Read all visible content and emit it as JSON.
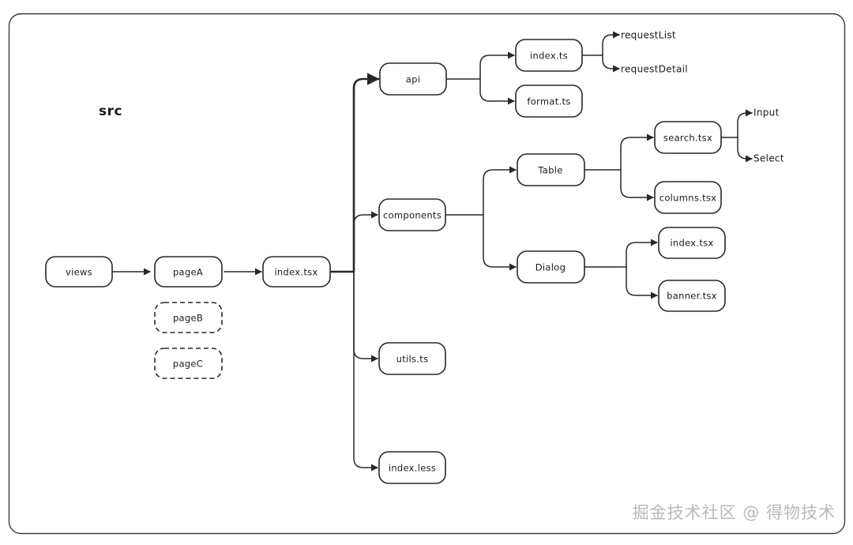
{
  "diagram": {
    "title": "src",
    "type": "tree",
    "watermark": "掘金技术社区 @ 得物技术",
    "colors": {
      "background": "#ffffff",
      "stroke": "#24292e",
      "frame": "#3a3a3a",
      "text": "#1a1a1a",
      "watermark": "#b9b9b9"
    },
    "nodes": {
      "views": "views",
      "pageA": "pageA",
      "pageB": "pageB",
      "pageC": "pageC",
      "index_tsx_root": "index.tsx",
      "api": "api",
      "components": "components",
      "utils_ts": "utils.ts",
      "index_less": "index.less",
      "api_index_ts": "index.ts",
      "api_format_ts": "format.ts",
      "request_list": "requestList",
      "request_detail": "requestDetail",
      "table": "Table",
      "dialog": "Dialog",
      "search_tsx": "search.tsx",
      "columns_tsx": "columns.tsx",
      "input": "Input",
      "select": "Select",
      "dialog_index_tsx": "index.tsx",
      "dialog_banner_tsx": "banner.tsx"
    },
    "edges": [
      {
        "from": "views",
        "to": "pageA"
      },
      {
        "from": "pageA",
        "to": "index_tsx_root"
      },
      {
        "from": "index_tsx_root",
        "to": "api"
      },
      {
        "from": "index_tsx_root",
        "to": "components"
      },
      {
        "from": "index_tsx_root",
        "to": "utils_ts"
      },
      {
        "from": "index_tsx_root",
        "to": "index_less"
      },
      {
        "from": "api",
        "to": "api_index_ts"
      },
      {
        "from": "api",
        "to": "api_format_ts"
      },
      {
        "from": "api_index_ts",
        "to": "request_list"
      },
      {
        "from": "api_index_ts",
        "to": "request_detail"
      },
      {
        "from": "components",
        "to": "table"
      },
      {
        "from": "components",
        "to": "dialog"
      },
      {
        "from": "table",
        "to": "search_tsx"
      },
      {
        "from": "table",
        "to": "columns_tsx"
      },
      {
        "from": "search_tsx",
        "to": "input"
      },
      {
        "from": "search_tsx",
        "to": "select"
      },
      {
        "from": "dialog",
        "to": "dialog_index_tsx"
      },
      {
        "from": "dialog",
        "to": "dialog_banner_tsx"
      }
    ],
    "dashed_nodes": [
      "pageB",
      "pageC"
    ]
  }
}
